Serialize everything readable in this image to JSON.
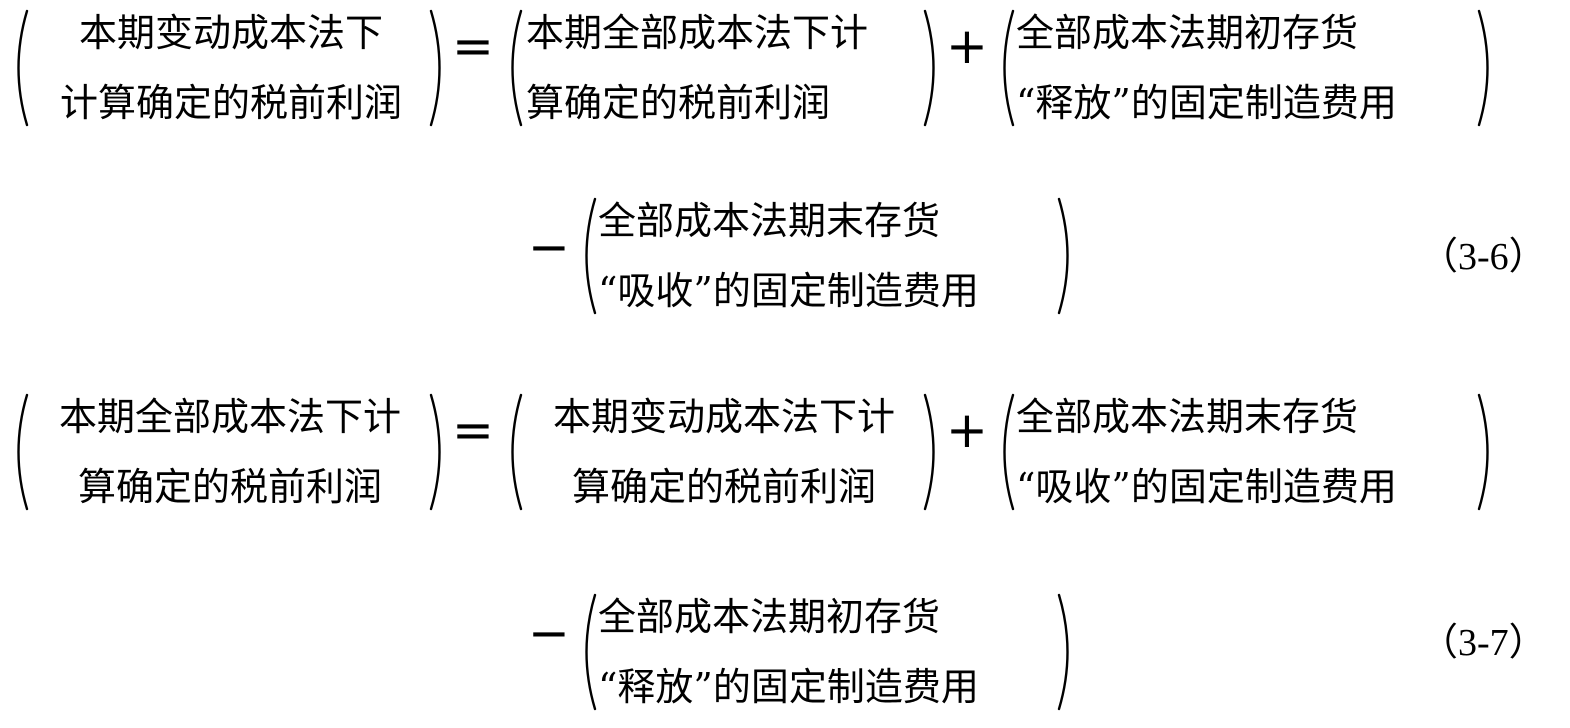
{
  "equation_3_6": {
    "lhs": {
      "line1": "本期变动成本法下",
      "line2": "计算确定的税前利润"
    },
    "equals": "=",
    "term1": {
      "line1": "本期全部成本法下计",
      "line2": "算确定的税前利润"
    },
    "plus": "+",
    "term2": {
      "line1": "全部成本法期初存货",
      "line2": "“释放”的固定制造费用"
    },
    "minus": "−",
    "term3": {
      "line1": "全部成本法期末存货",
      "line2": "“吸收”的固定制造费用"
    },
    "number": "（3-6）"
  },
  "equation_3_7": {
    "lhs": {
      "line1": "本期全部成本法下计",
      "line2": "算确定的税前利润"
    },
    "equals": "=",
    "term1": {
      "line1": "本期变动成本法下计",
      "line2": "算确定的税前利润"
    },
    "plus": "+",
    "term2": {
      "line1": "全部成本法期末存货",
      "line2": "“吸收”的固定制造费用"
    },
    "minus": "−",
    "term3": {
      "line1": "全部成本法期初存货",
      "line2": "“释放”的固定制造费用"
    },
    "number": "（3-7）"
  }
}
